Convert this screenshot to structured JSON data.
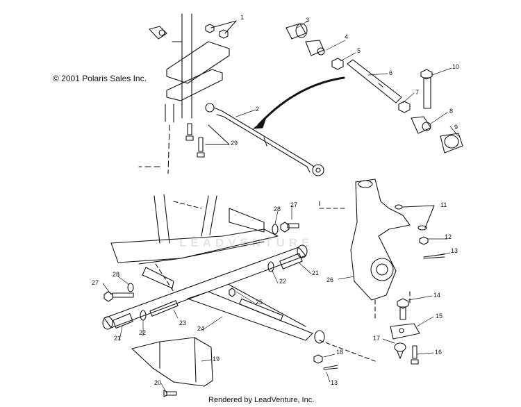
{
  "copyright": "© 2001 Polaris Sales Inc.",
  "credit": "Rendered by LeadVenture, Inc.",
  "watermark": "LEADVENTURE",
  "callouts": [
    {
      "id": "c1",
      "label": "1"
    },
    {
      "id": "c2",
      "label": "2"
    },
    {
      "id": "c3",
      "label": "3"
    },
    {
      "id": "c4",
      "label": "4"
    },
    {
      "id": "c5",
      "label": "5"
    },
    {
      "id": "c6",
      "label": "6"
    },
    {
      "id": "c7",
      "label": "7"
    },
    {
      "id": "c8",
      "label": "8"
    },
    {
      "id": "c9",
      "label": "9"
    },
    {
      "id": "c10",
      "label": "10"
    },
    {
      "id": "c11",
      "label": "11"
    },
    {
      "id": "c12",
      "label": "12"
    },
    {
      "id": "c13a",
      "label": "13"
    },
    {
      "id": "c13b",
      "label": "13"
    },
    {
      "id": "c14",
      "label": "14"
    },
    {
      "id": "c15",
      "label": "15"
    },
    {
      "id": "c16",
      "label": "16"
    },
    {
      "id": "c17",
      "label": "17"
    },
    {
      "id": "c18",
      "label": "18"
    },
    {
      "id": "c19",
      "label": "19"
    },
    {
      "id": "c20",
      "label": "20"
    },
    {
      "id": "c21a",
      "label": "21"
    },
    {
      "id": "c21b",
      "label": "21"
    },
    {
      "id": "c22a",
      "label": "22"
    },
    {
      "id": "c22b",
      "label": "22"
    },
    {
      "id": "c23",
      "label": "23"
    },
    {
      "id": "c24",
      "label": "24"
    },
    {
      "id": "c25",
      "label": "25"
    },
    {
      "id": "c26",
      "label": "26"
    },
    {
      "id": "c27a",
      "label": "27"
    },
    {
      "id": "c27b",
      "label": "27"
    },
    {
      "id": "c28a",
      "label": "28"
    },
    {
      "id": "c28b",
      "label": "28"
    },
    {
      "id": "c29",
      "label": "29"
    }
  ]
}
